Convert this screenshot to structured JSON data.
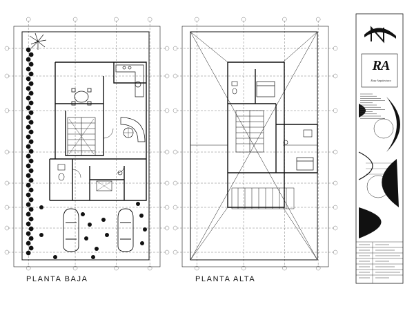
{
  "plans": {
    "ground_floor_title": "PLANTA BAJA",
    "upper_floor_title": "PLANTA ALTA"
  },
  "title_block": {
    "logo_initials": "RA",
    "logo_caption": "Rosa Arquitectura"
  },
  "icons": [
    "north-arrow-icon",
    "car-icon",
    "tree-icon",
    "stair-icon",
    "bed-icon",
    "dining-table-icon",
    "sofa-icon"
  ],
  "colors": {
    "ink": "#111111",
    "paper": "#ffffff",
    "grid": "#555555"
  }
}
